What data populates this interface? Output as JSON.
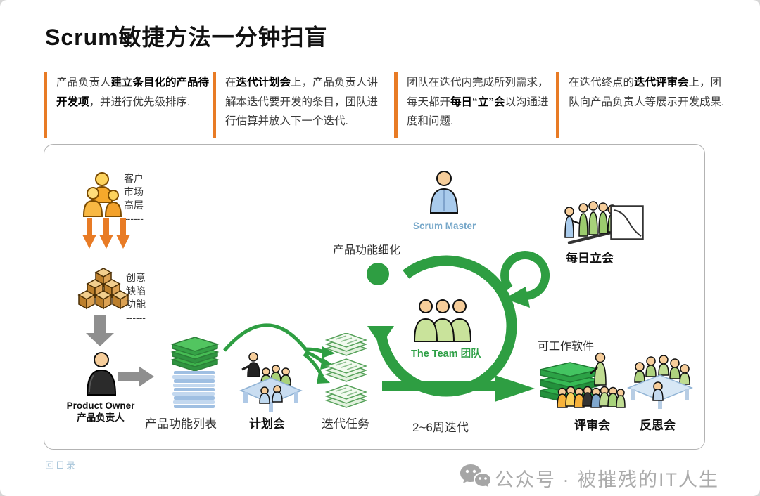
{
  "slide": {
    "title": "Scrum敏捷方法一分钟扫盲",
    "back_link": "回目录"
  },
  "intro_boxes": [
    {
      "pre": "产品负责人",
      "bold": "建立条目化的产品待开发项",
      "post": "，并进行优先级排序."
    },
    {
      "pre": "在",
      "bold": "迭代计划会",
      "post": "上，产品负责人讲解本迭代要开发的条目，团队进行估算并放入下一个迭代."
    },
    {
      "pre": "团队在迭代内完成所列需求，每天都开",
      "bold": "每日“立”会",
      "post": "以沟通进度和问题."
    },
    {
      "pre": "在迭代终点的",
      "bold": "迭代评审会",
      "post": "上，团队向产品负责人等展示开发成果."
    }
  ],
  "diagram": {
    "stakeholders": "客户\n市场\n高层\n------",
    "inputs": "创意\n缺陷\n功能\n------",
    "product_owner_en": "Product Owner",
    "product_owner_cn": "产品负责人",
    "backlog": "产品功能列表",
    "planning_meeting": "计划会",
    "sprint_tasks": "迭代任务",
    "refinement": "产品功能细化",
    "scrum_master": "Scrum Master",
    "team": "The Team 团队",
    "sprint_length": "2~6周迭代",
    "daily_standup": "每日立会",
    "working_software": "可工作软件",
    "review_meeting": "评审会",
    "retrospective": "反思会"
  },
  "footer": {
    "watermark": "公众号 · 被摧残的IT人生"
  },
  "icons": {
    "stakeholders": "people-group-icon",
    "inputs": "box-pile-icon",
    "sprint_loop": "circular-arrow-icon",
    "daily_loop": "small-circular-arrow-icon",
    "burndown": "burndown-chart-icon",
    "wechat": "wechat-logo-icon"
  },
  "colors": {
    "accent_orange": "#E87B25",
    "flow_green": "#2E9E42",
    "slab_green": "#35AE4A",
    "scrum_master_blue": "#76A7C9",
    "team_green": "#2FA047",
    "gray_arrow": "#8F8F8F",
    "watermark_gray": "#ABABAB"
  }
}
